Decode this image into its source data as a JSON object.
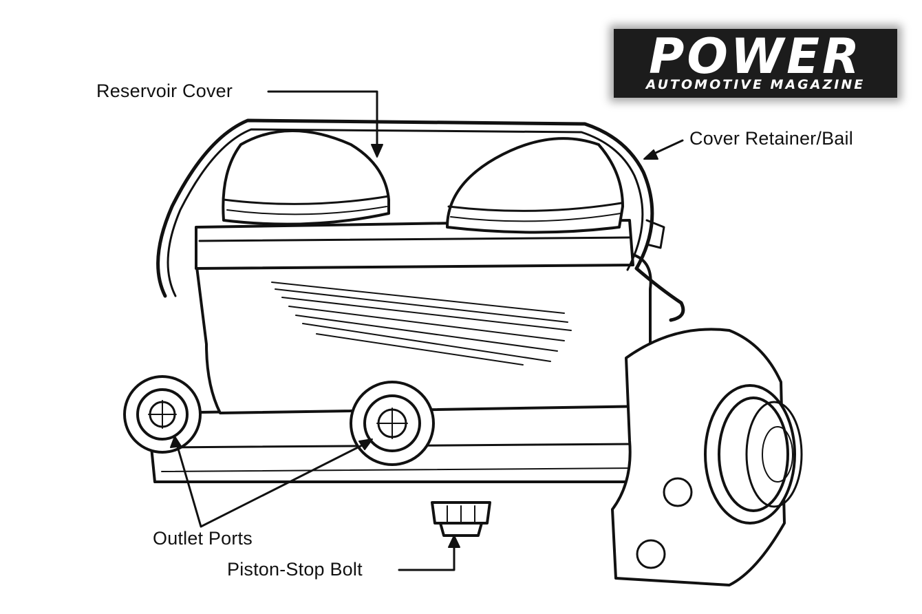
{
  "logo": {
    "word": "POWER",
    "subtitle": "AUTOMOTIVE MAGAZINE"
  },
  "labels": {
    "reservoir_cover": "Reservoir Cover",
    "cover_retainer": "Cover Retainer/Bail",
    "outlet_ports": "Outlet Ports",
    "piston_stop_bolt": "Piston-Stop Bolt"
  },
  "colors": {
    "ink": "#111111",
    "paper": "#ffffff",
    "logo_bg": "#1c1c1c"
  }
}
